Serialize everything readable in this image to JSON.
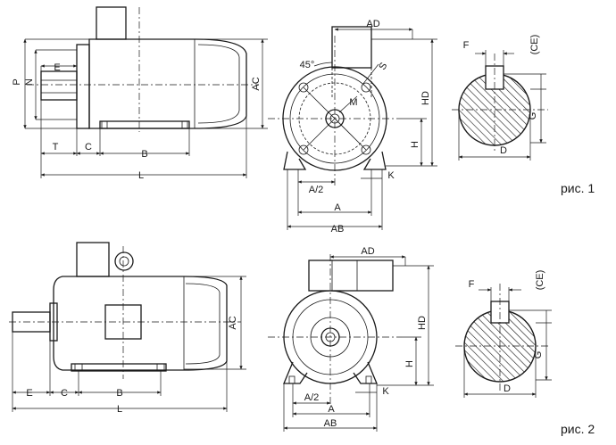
{
  "figures": [
    {
      "caption": "рис. 1",
      "side_view": {
        "labels": {
          "P": "P",
          "N": "N",
          "E": "E",
          "T": "T",
          "C": "C",
          "B": "B",
          "L": "L",
          "AC": "AC"
        }
      },
      "front_view": {
        "labels": {
          "AD": "AD",
          "angle": "45°",
          "S": "S",
          "M": "M",
          "HD": "HD",
          "H": "H",
          "K": "K",
          "A_half": "A/2",
          "A": "A",
          "AB": "AB"
        }
      },
      "shaft_view": {
        "labels": {
          "F": "F",
          "CE": "(CE)",
          "G": "G",
          "D": "D"
        }
      }
    },
    {
      "caption": "рис. 2",
      "side_view": {
        "labels": {
          "E": "E",
          "C": "C",
          "B": "B",
          "L": "L",
          "AC": "AC"
        }
      },
      "front_view": {
        "labels": {
          "AD": "AD",
          "HD": "HD",
          "H": "H",
          "K": "K",
          "A_half": "A/2",
          "A": "A",
          "AB": "AB"
        }
      },
      "shaft_view": {
        "labels": {
          "F": "F",
          "CE": "(CE)",
          "G": "G",
          "D": "D"
        }
      }
    }
  ]
}
